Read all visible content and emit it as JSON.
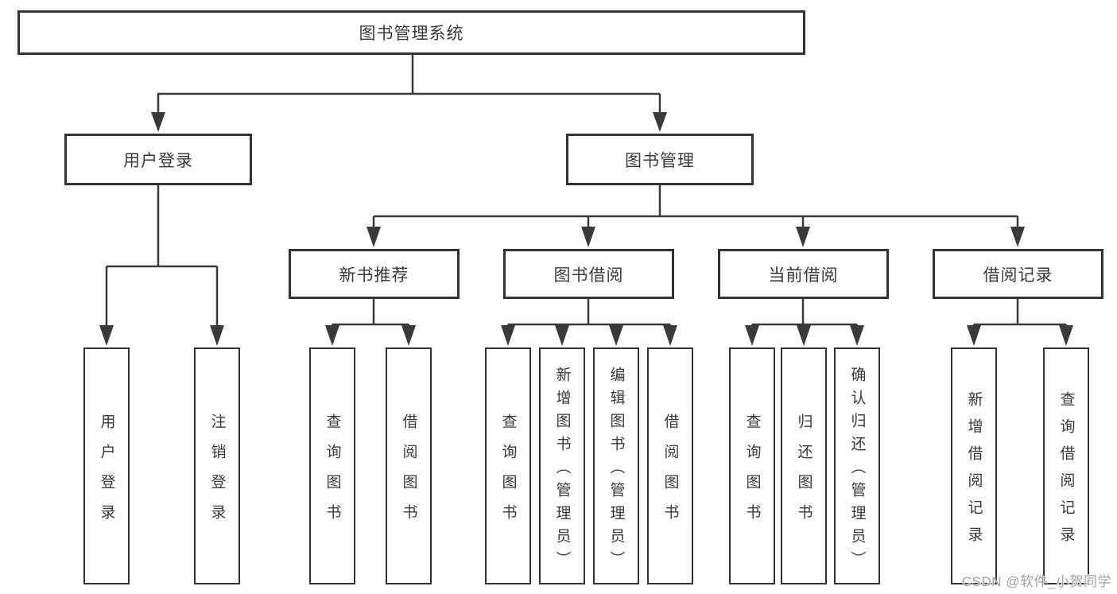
{
  "colors": {
    "line": "#3a3a3a",
    "box_border": "#333333",
    "text": "#3a3a3a",
    "watermark": "#a0a0a0",
    "background": "#ffffff"
  },
  "tree": {
    "label": "图书管理系统",
    "children": [
      {
        "label": "用户登录",
        "children": [
          {
            "label": "用户登录"
          },
          {
            "label": "注销登录"
          }
        ]
      },
      {
        "label": "图书管理",
        "children": [
          {
            "label": "新书推荐",
            "children": [
              {
                "label": "查询图书"
              },
              {
                "label": "借阅图书"
              }
            ]
          },
          {
            "label": "图书借阅",
            "children": [
              {
                "label": "查询图书"
              },
              {
                "label": "新增图书（管理员）"
              },
              {
                "label": "编辑图书（管理员）"
              },
              {
                "label": "借阅图书"
              }
            ]
          },
          {
            "label": "当前借阅",
            "children": [
              {
                "label": "查询图书"
              },
              {
                "label": "归还图书"
              },
              {
                "label": "确认归还（管理员）"
              }
            ]
          },
          {
            "label": "借阅记录",
            "children": [
              {
                "label": "新增借阅记录"
              },
              {
                "label": "查询借阅记录"
              }
            ]
          }
        ]
      }
    ]
  },
  "watermark": {
    "text": "CSDN @软件_小贺同学"
  }
}
